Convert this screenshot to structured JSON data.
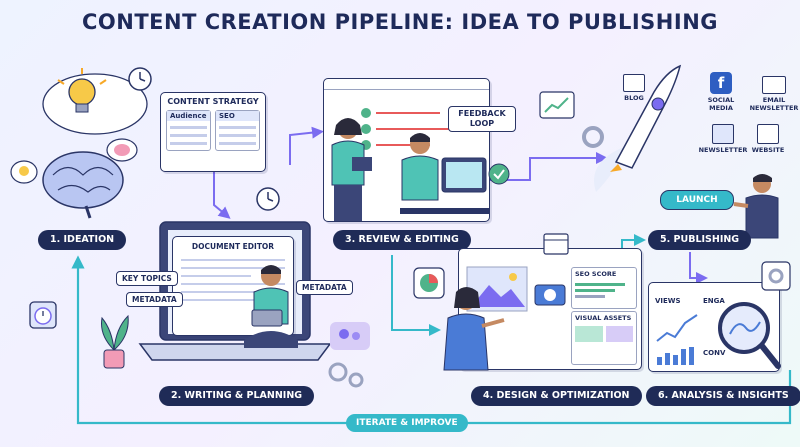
{
  "title": "CONTENT CREATION PIPELINE: IDEA TO PUBLISHING",
  "stages": [
    {
      "label": "1. IDEATION"
    },
    {
      "label": "2. WRITING & PLANNING"
    },
    {
      "label": "3. REVIEW & EDITING"
    },
    {
      "label": "4. DESIGN & OPTIMIZATION"
    },
    {
      "label": "5. PUBLISHING"
    },
    {
      "label": "6. ANALYSIS & INSIGHTS"
    }
  ],
  "iterate": "ITERATE & IMPROVE",
  "strategy": {
    "title": "CONTENT STRATEGY",
    "col1": "Audience",
    "col2": "SEO"
  },
  "editor": {
    "title": "DOCUMENT EDITOR",
    "tag_topics": "KEY TOPICS",
    "tag_meta_left": "METADATA",
    "tag_meta_right": "METADATA"
  },
  "review": {
    "feedback": "FEEDBACK LOOP"
  },
  "design": {
    "seo_score": "SEO SCORE",
    "visual_assets": "VISUAL ASSETS"
  },
  "publish": {
    "launch": "LAUNCH",
    "channels": [
      {
        "label": "BLOG",
        "icon": "blog-icon"
      },
      {
        "label": "SOCIAL MEDIA",
        "icon": "facebook-icon"
      },
      {
        "label": "EMAIL NEWSLETTER",
        "icon": "email-icon"
      },
      {
        "label": "NEWSLETTER",
        "icon": "newsletter-icon"
      },
      {
        "label": "WEBSITE",
        "icon": "website-icon"
      }
    ]
  },
  "analysis": {
    "views": "VIEWS",
    "engagement": "ENGA",
    "conversions": "CONV"
  },
  "colors": {
    "navy": "#1f2b57",
    "teal": "#35b9c9",
    "purple": "#7b6cf0",
    "yellow": "#f7c948"
  }
}
